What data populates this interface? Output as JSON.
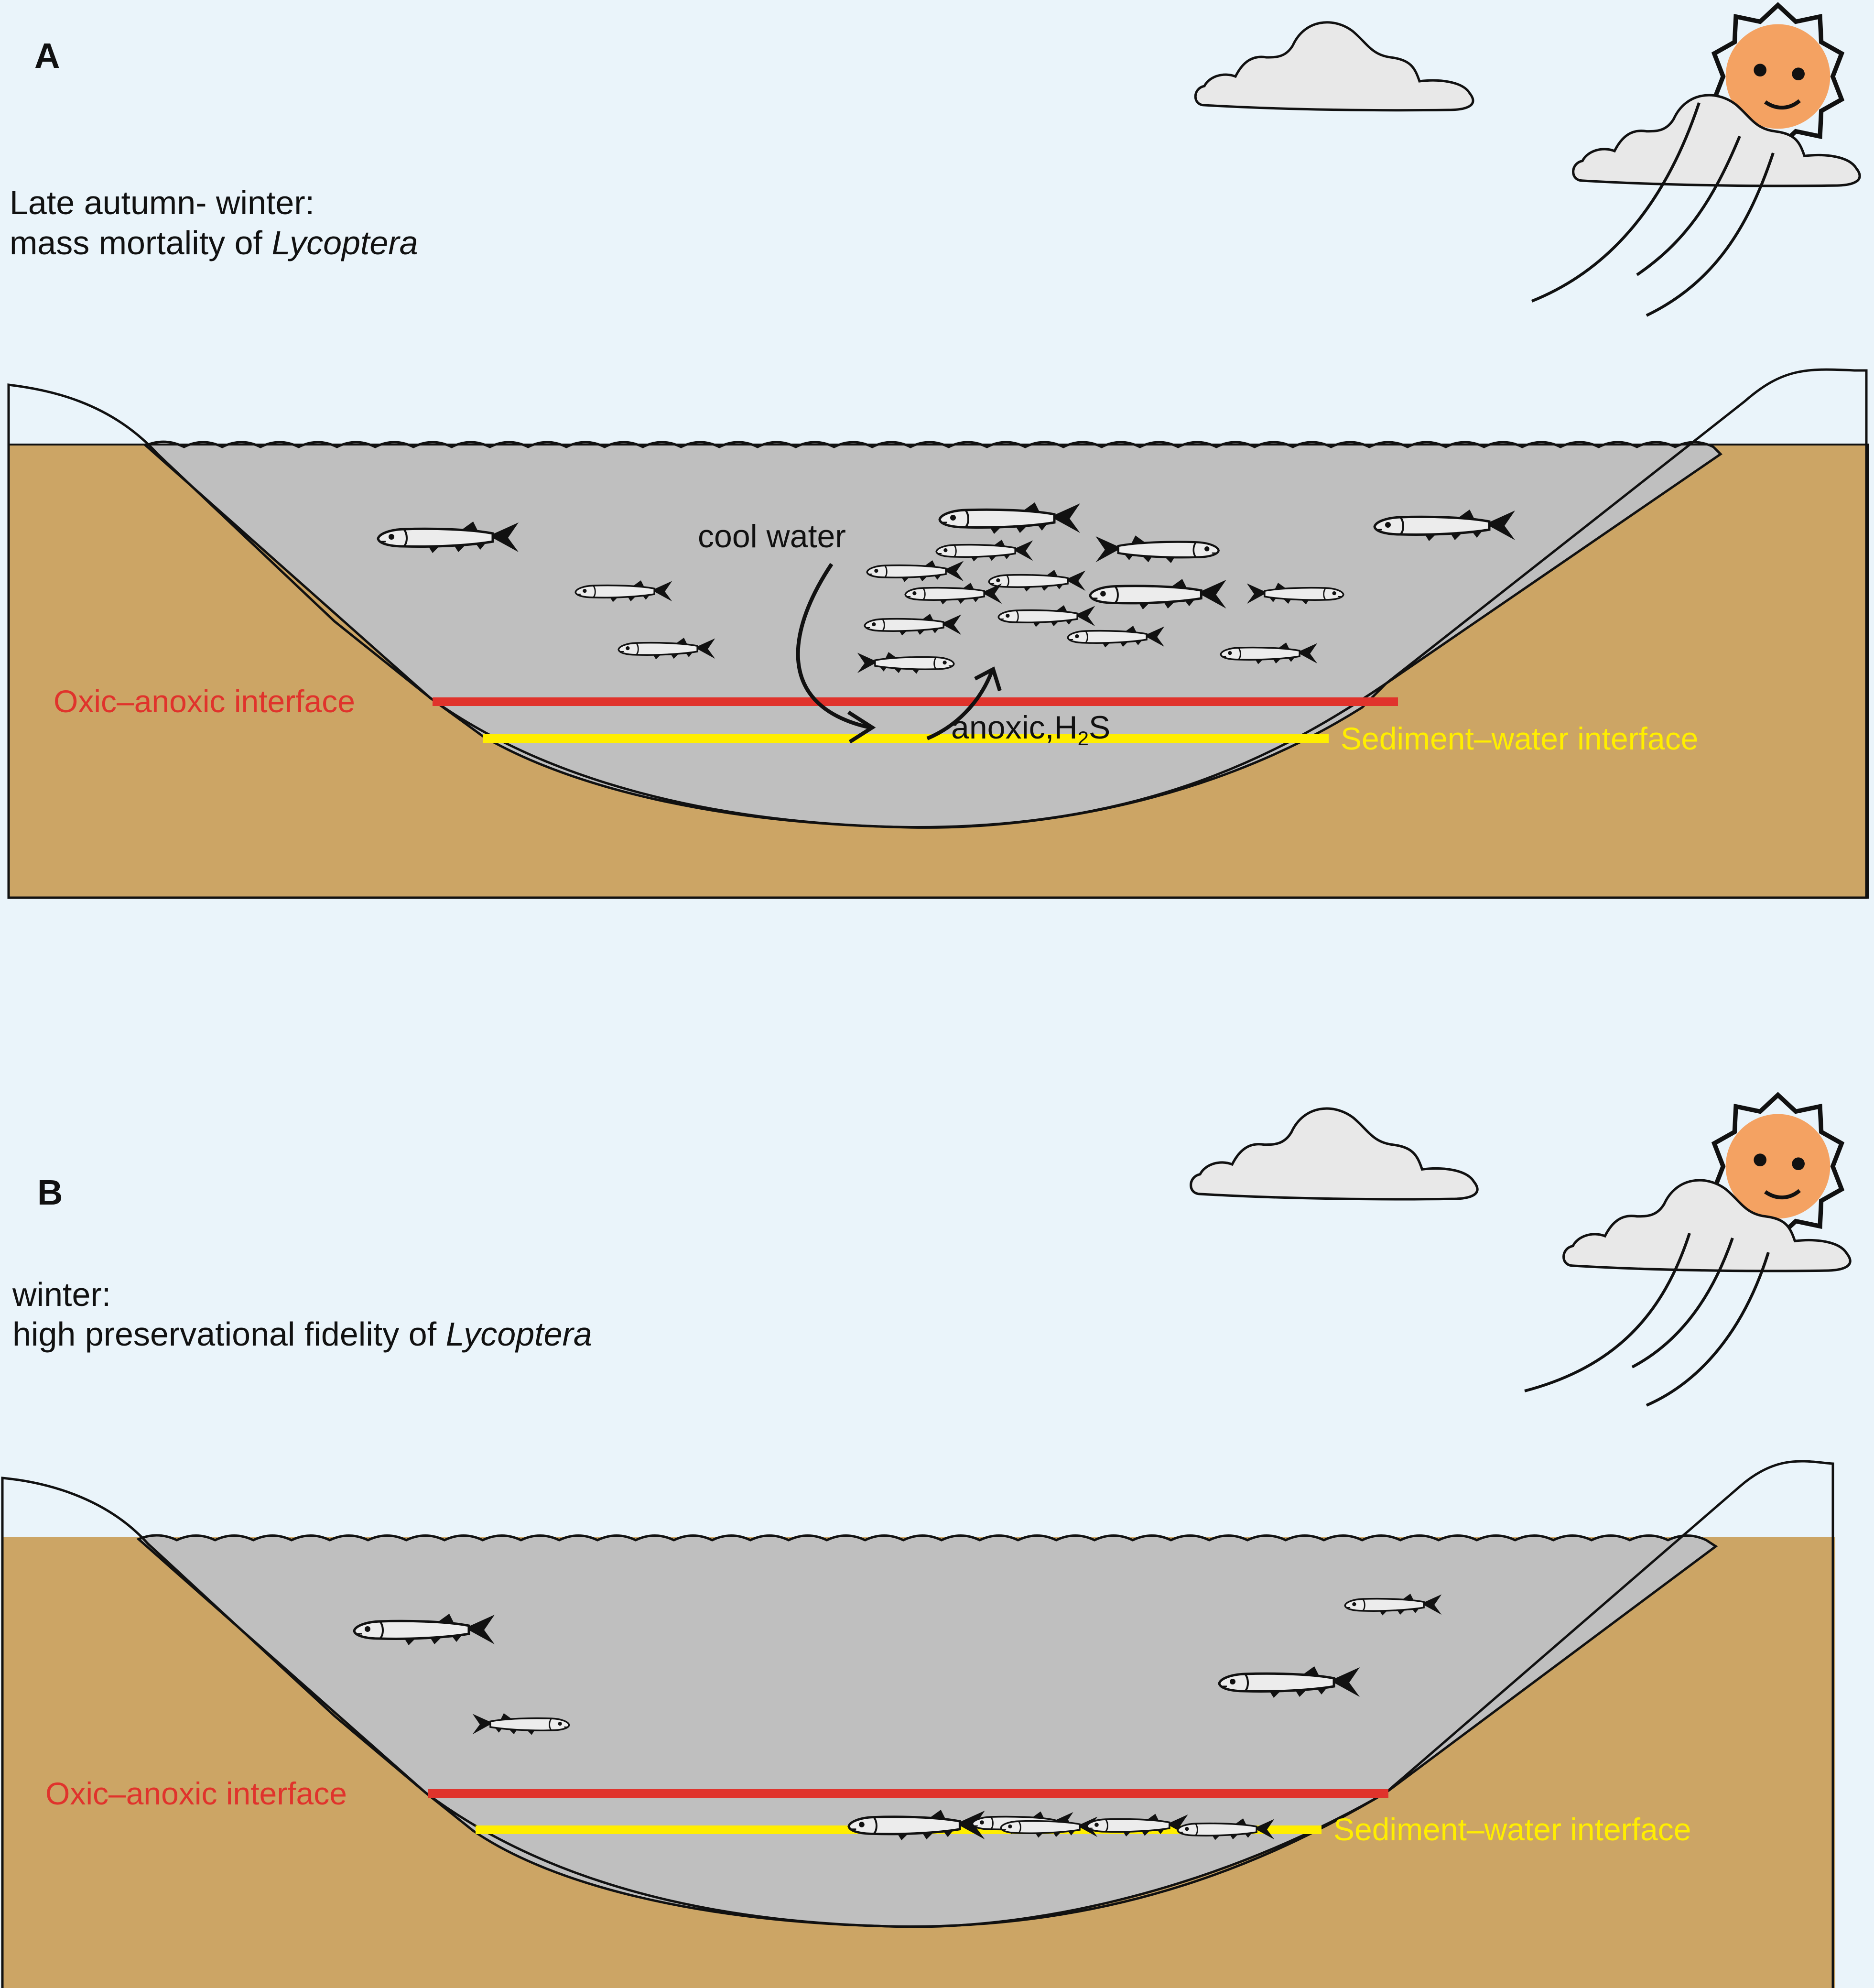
{
  "panel_a": {
    "letter": "A",
    "caption_line1": "Late autumn- winter:",
    "caption_line2_prefix": "mass mortality of ",
    "caption_line2_taxon": "Lycoptera",
    "cool_water": "cool water",
    "anoxic_prefix": "anoxic,H",
    "anoxic_sub": "2",
    "anoxic_suffix": "S",
    "oxic_label": "Oxic–anoxic interface",
    "sediment_label": "Sediment–water  interface"
  },
  "panel_b": {
    "letter": "B",
    "caption_line1": "winter:",
    "caption_line2_prefix": "high preservational fidelity of ",
    "caption_line2_taxon": "Lycoptera",
    "oxic_label": "Oxic–anoxic interface",
    "sediment_label": "Sediment–water  interface"
  },
  "colors": {
    "sky": "#eaf4fa",
    "land": "#cca565",
    "water": "#bfbfbf",
    "oxic_line": "#e0332c",
    "sediment_line": "#ffee00",
    "sun": "#f4a262",
    "cloud": "#e8e8e8",
    "fish_body": "#ececec",
    "fish_fin": "#111111"
  },
  "icons": {
    "sun": "sun-icon",
    "cloud": "cloud-icon",
    "wind": "wind-lines-icon",
    "fish": "fish-icon"
  }
}
